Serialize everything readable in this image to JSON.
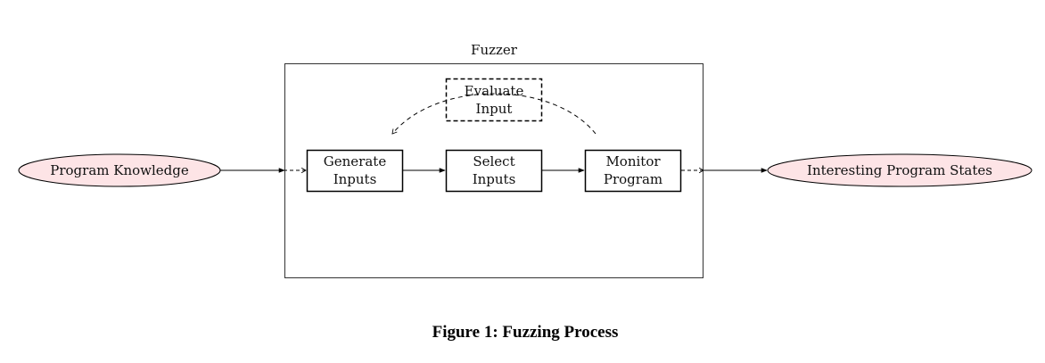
{
  "diagram": {
    "container_label": "Fuzzer",
    "input_node": "Program Knowledge",
    "output_node": "Interesting Program States",
    "evaluate": {
      "line1": "Evaluate",
      "line2": "Input"
    },
    "steps": [
      {
        "line1": "Generate",
        "line2": "Inputs"
      },
      {
        "line1": "Select",
        "line2": "Inputs"
      },
      {
        "line1": "Monitor",
        "line2": "Program"
      }
    ],
    "caption": "Figure 1: Fuzzing Process",
    "colors": {
      "ellipse_fill": "#fde4e6",
      "stroke": "#000000",
      "container_stroke": "#333333"
    }
  }
}
